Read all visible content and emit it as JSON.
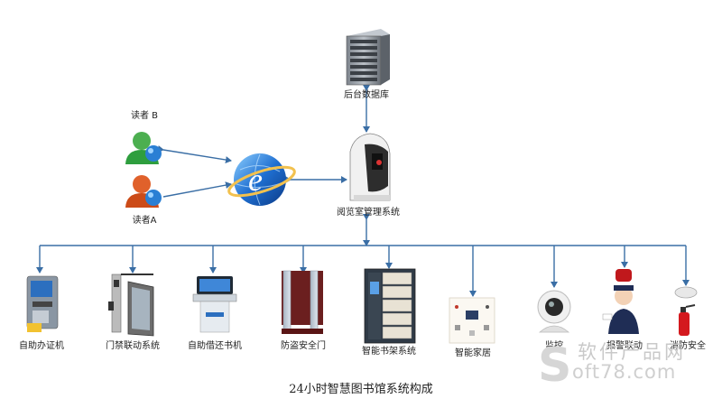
{
  "nodes": {
    "server": "后台数据库",
    "reading_room": "阅览室管理系统",
    "reader_b": "读者 B",
    "reader_a": "读者A"
  },
  "devices": [
    {
      "name": "自助办证机",
      "icon": "id-card-kiosk-icon"
    },
    {
      "name": "门禁联动系统",
      "icon": "access-door-icon"
    },
    {
      "name": "自助借还书机",
      "icon": "self-checkout-kiosk-icon"
    },
    {
      "name": "防盗安全门",
      "icon": "security-gate-icon"
    },
    {
      "name": "智能书架系统",
      "icon": "smart-bookshelf-icon"
    },
    {
      "name": "智能家居",
      "icon": "smart-home-panel-icon"
    },
    {
      "name": "监控",
      "icon": "webcam-icon"
    },
    {
      "name": "报警联动",
      "icon": "police-alarm-icon"
    },
    {
      "name": "消防安全",
      "icon": "fire-safety-icon"
    }
  ],
  "caption": "24小时智慧图书馆系统构成",
  "watermark": {
    "cn": "软件产品网",
    "en": "oft78.com",
    "logo": "S"
  },
  "colors": {
    "connector": "#3a6ea5"
  }
}
